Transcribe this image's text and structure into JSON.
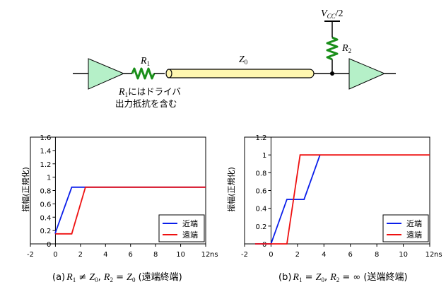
{
  "circuit": {
    "vcc_label_main": "V",
    "vcc_label_sub": "CC",
    "vcc_label_tail": "/2",
    "r1_main": "R",
    "r1_sub": "1",
    "r2_main": "R",
    "r2_sub": "2",
    "z0_main": "Z",
    "z0_sub": "0",
    "note_r1_main": "R",
    "note_r1_sub": "1",
    "note_line1_tail": "にはドライバ",
    "note_line2": "出力抵抗を含む",
    "colors": {
      "buffer_fill": "#b5f0c8",
      "resistor": "#1a8f1a",
      "line_fill": "#fff7b0"
    }
  },
  "ylabel": "振幅(正規化)",
  "legend": {
    "near": "近端",
    "far": "遠端"
  },
  "colors": {
    "near": "#0a1eea",
    "far": "#ee1111"
  },
  "captions": {
    "a": {
      "pre": "(a)",
      "r1": "R",
      "r1s": "1",
      "neq": " ≠ ",
      "z0a": "Z",
      "z0as": "0",
      "comma": ", ",
      "r2": "R",
      "r2s": "2",
      "eq": " = ",
      "z0b": "Z",
      "z0bs": "0",
      "post": " (遠端終端)"
    },
    "b": {
      "pre": "(b)",
      "r1": "R",
      "r1s": "1",
      "eq1": " = ",
      "z0": "Z",
      "z0s": "0",
      "comma": ", ",
      "r2": "R",
      "r2s": "2",
      "eq2": " = ∞",
      "post": " (送端終端)"
    }
  },
  "chart_data": [
    {
      "type": "line",
      "xlim": [
        -2,
        12
      ],
      "ylim": [
        0,
        1.6
      ],
      "x_ticks": [
        "-2",
        "0",
        "2",
        "4",
        "6",
        "8",
        "10",
        "12"
      ],
      "x_tick_values": [
        -2,
        0,
        2,
        4,
        6,
        8,
        10,
        12
      ],
      "y_ticks": [
        "0",
        "0.2",
        "0.4",
        "0.6",
        "0.8",
        "1",
        "1.2",
        "1.4",
        "1.6"
      ],
      "y_tick_values": [
        0,
        0.2,
        0.4,
        0.6,
        0.8,
        1.0,
        1.2,
        1.4,
        1.6
      ],
      "x_unit": "ns",
      "ylabel": "振幅(正規化)",
      "legend_position": "bottom-right",
      "series": [
        {
          "name": "近端",
          "color": "#0a1eea",
          "points": [
            [
              0,
              0.15
            ],
            [
              0,
              0.17
            ],
            [
              1.3,
              0.85
            ],
            [
              2.2,
              0.85
            ],
            [
              12,
              0.85
            ]
          ]
        },
        {
          "name": "遠端",
          "color": "#ee1111",
          "points": [
            [
              0,
              0.15
            ],
            [
              1.3,
              0.15
            ],
            [
              2.4,
              0.85
            ],
            [
              12,
              0.85
            ]
          ]
        }
      ]
    },
    {
      "type": "line",
      "xlim": [
        -2,
        12
      ],
      "ylim": [
        0,
        1.2
      ],
      "x_ticks": [
        "-2",
        "0",
        "2",
        "4",
        "6",
        "8",
        "10",
        "12"
      ],
      "x_tick_values": [
        -2,
        0,
        2,
        4,
        6,
        8,
        10,
        12
      ],
      "y_ticks": [
        "0",
        "0.2",
        "0.4",
        "0.6",
        "0.8",
        "1",
        "1.2"
      ],
      "y_tick_values": [
        0,
        0.2,
        0.4,
        0.6,
        0.8,
        1.0,
        1.2
      ],
      "x_unit": "ns",
      "ylabel": "振幅(正規化)",
      "legend_position": "bottom-right",
      "series": [
        {
          "name": "近端",
          "color": "#0a1eea",
          "points": [
            [
              -1.2,
              0
            ],
            [
              0,
              0
            ],
            [
              1.2,
              0.5
            ],
            [
              2.5,
              0.5
            ],
            [
              3.7,
              1.0
            ]
          ]
        },
        {
          "name": "遠端",
          "color": "#ee1111",
          "points": [
            [
              -1.2,
              0
            ],
            [
              1.2,
              0
            ],
            [
              2.2,
              1.0
            ],
            [
              12,
              1.0
            ]
          ]
        }
      ]
    }
  ]
}
